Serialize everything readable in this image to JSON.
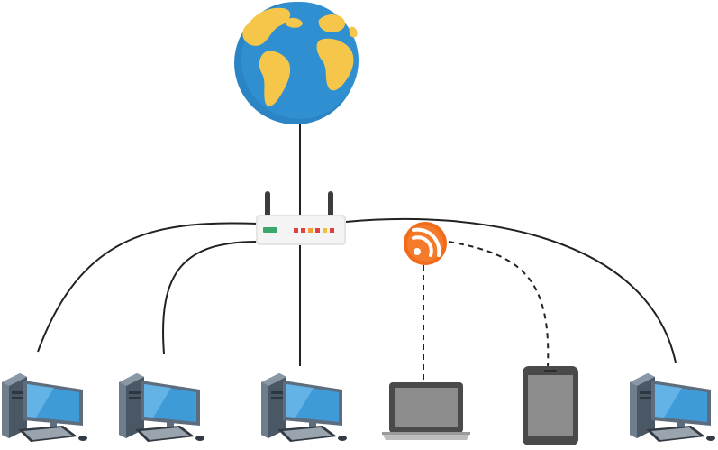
{
  "diagram": {
    "type": "network-topology",
    "colors": {
      "background": "#ffffff",
      "cable": "#222222",
      "wireless_link": "#222222",
      "ocean": "#2f8fd1",
      "land": "#f6c64a",
      "router_body": "#f2f2f2",
      "wifi_badge": "#f26b1d",
      "computer_frame": "#5d6d7e",
      "screen": "#4aa3df",
      "device_gray": "#555555"
    },
    "nodes": [
      {
        "id": "internet",
        "icon": "globe-icon"
      },
      {
        "id": "router",
        "icon": "router-icon"
      },
      {
        "id": "wifi",
        "icon": "wifi-signal-icon"
      },
      {
        "id": "pc1",
        "icon": "desktop-computer-icon"
      },
      {
        "id": "pc2",
        "icon": "desktop-computer-icon"
      },
      {
        "id": "pc3",
        "icon": "desktop-computer-icon"
      },
      {
        "id": "laptop",
        "icon": "laptop-icon"
      },
      {
        "id": "tablet",
        "icon": "tablet-icon"
      },
      {
        "id": "pc4",
        "icon": "desktop-computer-icon"
      }
    ],
    "links": [
      {
        "from": "internet",
        "to": "router",
        "kind": "wired"
      },
      {
        "from": "router",
        "to": "pc1",
        "kind": "wired"
      },
      {
        "from": "router",
        "to": "pc2",
        "kind": "wired"
      },
      {
        "from": "router",
        "to": "pc3",
        "kind": "wired"
      },
      {
        "from": "router",
        "to": "pc4",
        "kind": "wired"
      },
      {
        "from": "wifi",
        "to": "laptop",
        "kind": "wireless"
      },
      {
        "from": "wifi",
        "to": "tablet",
        "kind": "wireless"
      }
    ]
  }
}
